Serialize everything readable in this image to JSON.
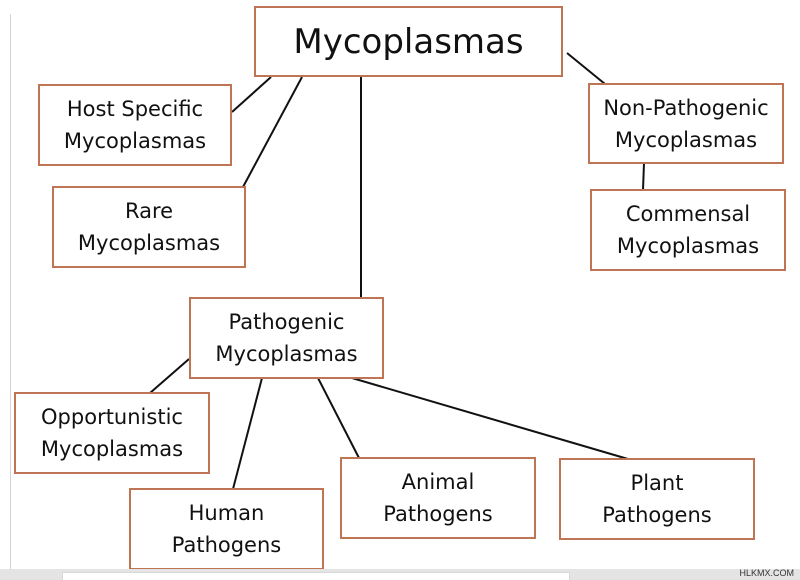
{
  "diagram": {
    "root": {
      "lines": [
        "Mycoplasmas"
      ]
    },
    "host_specific": {
      "lines": [
        "Host Specific",
        "Mycoplasmas"
      ]
    },
    "rare": {
      "lines": [
        "Rare",
        "Mycoplasmas"
      ]
    },
    "non_pathogenic": {
      "lines": [
        "Non-Pathogenic",
        "Mycoplasmas"
      ]
    },
    "commensal": {
      "lines": [
        "Commensal",
        "Mycoplasmas"
      ]
    },
    "pathogenic": {
      "lines": [
        "Pathogenic",
        "Mycoplasmas"
      ]
    },
    "opportunistic": {
      "lines": [
        "Opportunistic",
        "Mycoplasmas"
      ]
    },
    "human_pathogens": {
      "lines": [
        "Human",
        "Pathogens"
      ]
    },
    "animal_pathogens": {
      "lines": [
        "Animal",
        "Pathogens"
      ]
    },
    "plant_pathogens": {
      "lines": [
        "Plant",
        "Pathogens"
      ]
    }
  },
  "colors": {
    "node_border": "#bf7454",
    "connector": "#111111"
  },
  "watermark": "HLKMX.COM"
}
